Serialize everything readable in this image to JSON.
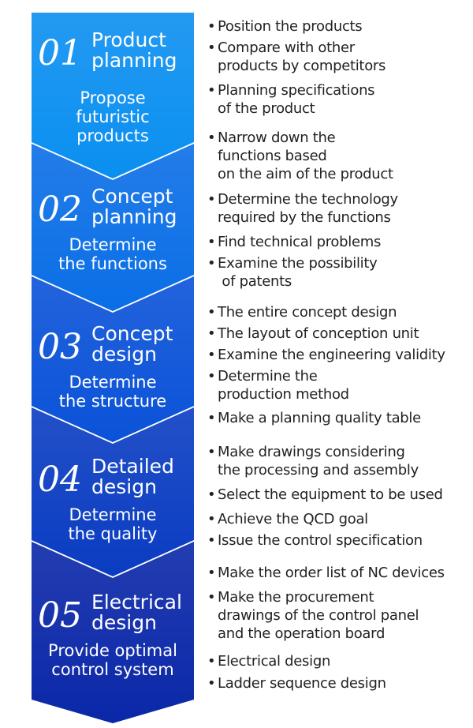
{
  "colors": {
    "gradient_top": "#0b95f2",
    "gradient_bottom": "#0a1e9a",
    "header_text": "#ffffff",
    "task_text": "#222222"
  },
  "stages": [
    {
      "number": "01",
      "name_lines": [
        "Product",
        "planning"
      ],
      "goal_lines": [
        "Propose",
        "futuristic",
        "products"
      ],
      "tasks": [
        [
          "Position the products"
        ],
        [
          "Compare with other",
          "products by competitors"
        ],
        [
          "Planning specifications",
          "of the product"
        ]
      ]
    },
    {
      "number": "02",
      "name_lines": [
        "Concept",
        "planning"
      ],
      "goal_lines": [
        "Determine",
        "the functions"
      ],
      "tasks": [
        [
          "Narrow down the",
          "functions based",
          "on the aim of the product"
        ],
        [
          "Determine the technology",
          "required by the functions"
        ],
        [
          "Find technical problems"
        ],
        [
          "Examine the possibility",
          " of patents"
        ]
      ]
    },
    {
      "number": "03",
      "name_lines": [
        "Concept",
        "design"
      ],
      "goal_lines": [
        "Determine",
        "the structure"
      ],
      "tasks": [
        [
          "The entire concept design"
        ],
        [
          "The layout of conception unit"
        ],
        [
          "Examine the engineering validity"
        ],
        [
          "Determine the",
          "production method"
        ],
        [
          "Make a planning quality table"
        ]
      ]
    },
    {
      "number": "04",
      "name_lines": [
        "Detailed",
        "design"
      ],
      "goal_lines": [
        "Determine",
        "the quality"
      ],
      "tasks": [
        [
          "Make drawings considering",
          "the processing and assembly"
        ],
        [
          "Select the equipment to be used"
        ],
        [
          "Achieve the QCD goal"
        ],
        [
          "Issue the control specification"
        ]
      ]
    },
    {
      "number": "05",
      "name_lines": [
        "Electrical",
        "design"
      ],
      "goal_lines": [
        "Provide optimal",
        "control system"
      ],
      "tasks": [
        [
          "Make the order list of NC devices"
        ],
        [
          "Make the procurement",
          "drawings of the control panel",
          "and the operation board"
        ],
        [
          "Electrical design"
        ],
        [
          "Ladder sequence design"
        ]
      ]
    }
  ]
}
